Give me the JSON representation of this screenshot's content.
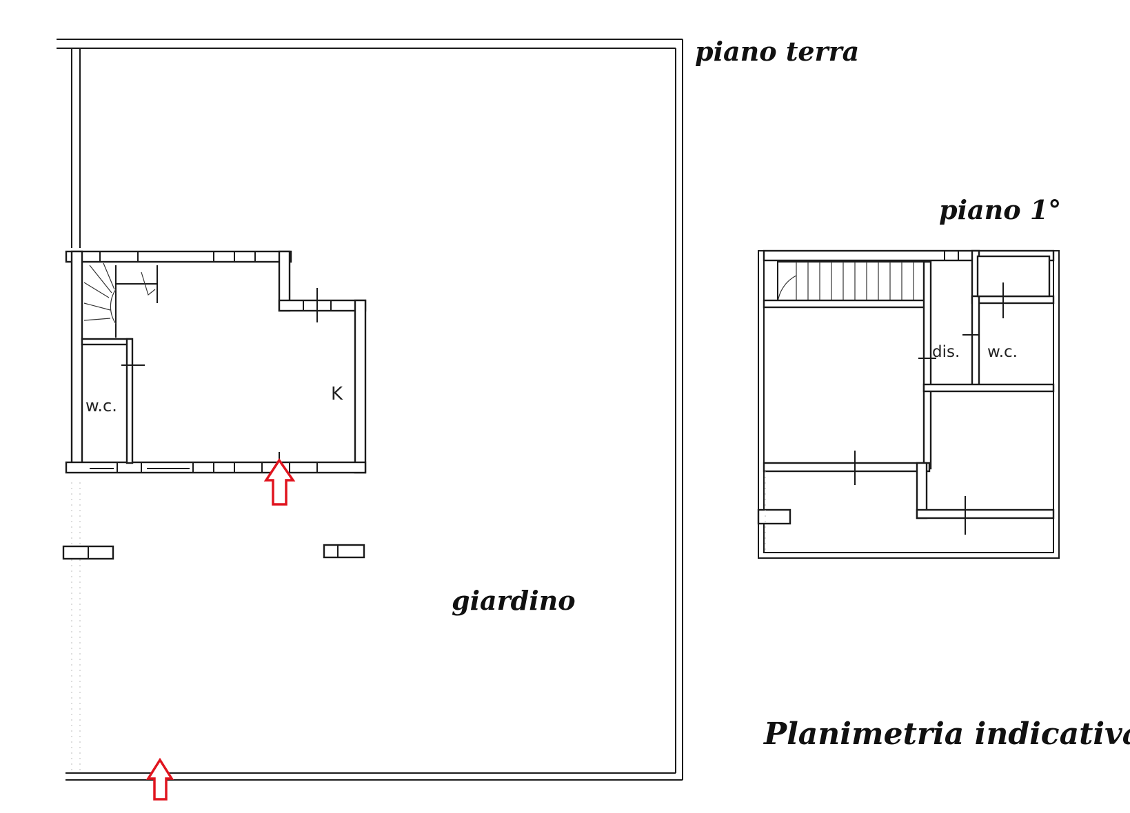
{
  "labels": {
    "ground_floor": "piano terra",
    "first_floor": "piano 1°",
    "garden": "giardino",
    "title": "Planimetria indicativa",
    "kitchen": "K",
    "wc_ground": "w.c.",
    "wc_first": "w.c.",
    "dis": "dis."
  },
  "colors": {
    "walls": "#1a1a1a",
    "entrance_arrow": "#e0141e",
    "background": "#ffffff"
  },
  "icons": {
    "entrance_arrows": "up-arrow-icon",
    "stairs": "spiral-stair-icon"
  }
}
